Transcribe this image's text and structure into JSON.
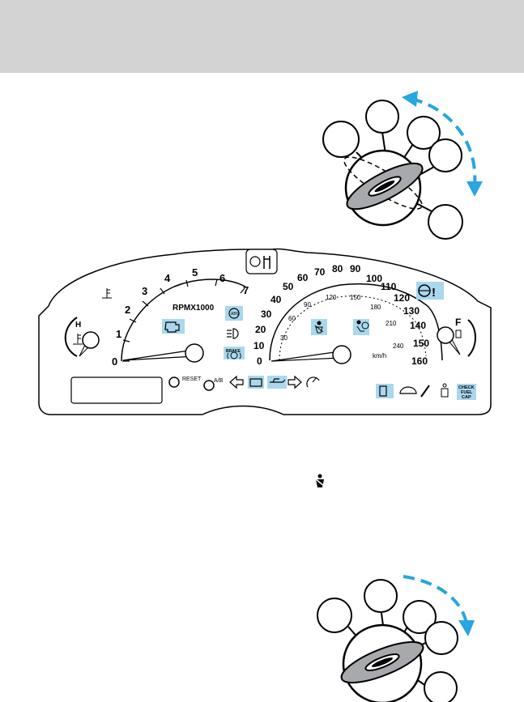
{
  "gauges": {
    "tach": {
      "label": "RPMX1000",
      "ticks": [
        "0",
        "1",
        "2",
        "3",
        "4",
        "5",
        "6",
        "7"
      ]
    },
    "speedo": {
      "mph_ticks": [
        "0",
        "10",
        "20",
        "30",
        "40",
        "50",
        "60",
        "70",
        "80",
        "90",
        "100",
        "110",
        "120",
        "130",
        "140",
        "150",
        "160"
      ],
      "kmh_ticks": [
        "30",
        "60",
        "90",
        "120",
        "150",
        "180",
        "210",
        "240"
      ],
      "kmh_unit": "km/h"
    },
    "temp": {
      "hot_label": "H"
    },
    "fuel": {
      "full_label": "F"
    }
  },
  "cluster_labels": {
    "reset": "RESET",
    "ab": "A/B",
    "brake": "BRAKE",
    "check_fuel_cap": [
      "CHECK",
      "FUEL",
      "CAP"
    ]
  },
  "colors": {
    "header_band": "#d3d3d3",
    "indicator_fill": "#a9d8ee",
    "arrow_accent": "#27a6e0",
    "key_fill": "#a7a9ac"
  },
  "icons": [
    "coolant-temp-icon",
    "check-engine-icon",
    "abs-icon",
    "headlamp-icon",
    "brake-icon",
    "seatbelt-icon",
    "airbag-icon",
    "power-steering-icon",
    "turn-left-icon",
    "battery-icon",
    "oil-pressure-icon",
    "turn-right-icon",
    "cruise-icon",
    "low-fuel-icon",
    "washer-icon",
    "wrench-icon",
    "door-ajar-icon",
    "traction-icon",
    "overdrive-icon",
    "fuel-pump-icon"
  ]
}
